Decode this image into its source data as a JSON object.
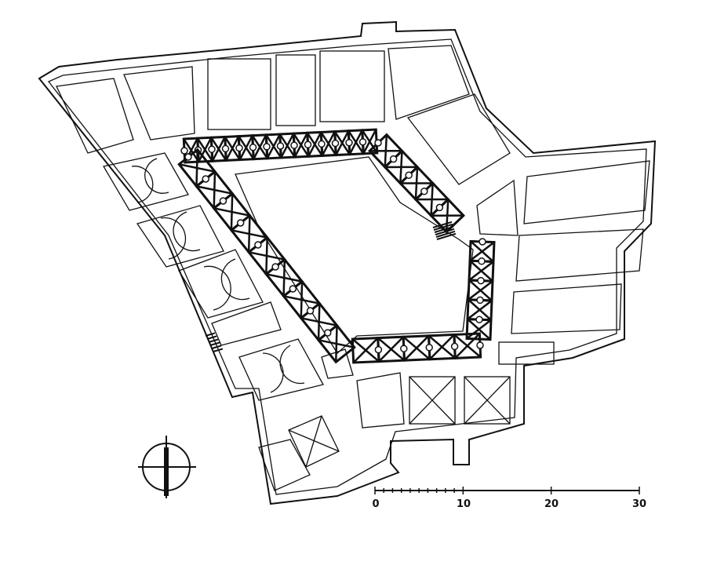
{
  "plan": {
    "scale_bar": {
      "labels": [
        "0",
        "10",
        "20",
        "30"
      ],
      "max": 30
    },
    "north_arrow": "north-arrow-icon"
  }
}
